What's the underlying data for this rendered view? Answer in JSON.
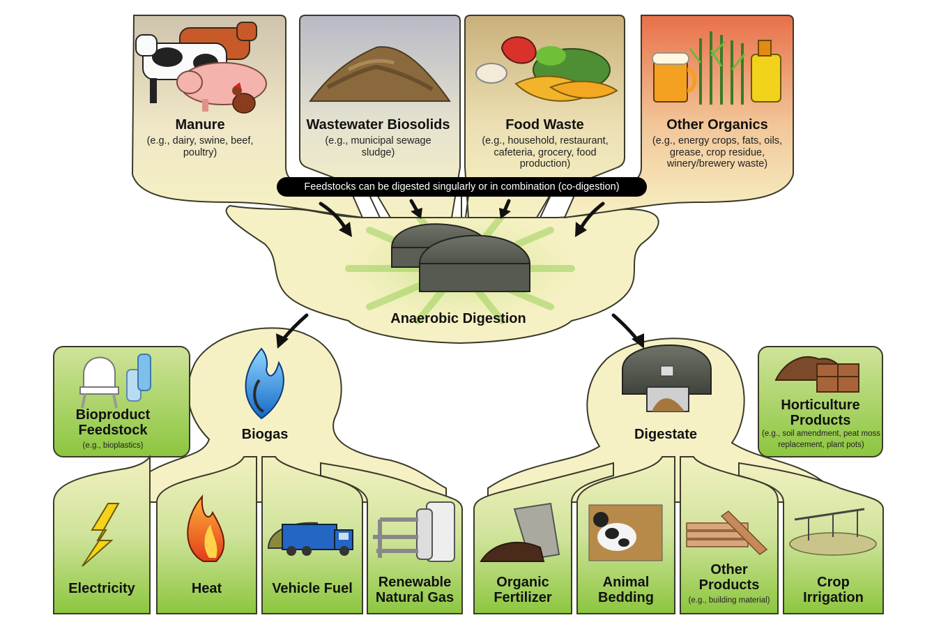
{
  "feedstocks": {
    "manure": {
      "title": "Manure",
      "sub": "(e.g., dairy, swine, beef, poultry)"
    },
    "biosolids": {
      "title": "Wastewater Biosolids",
      "sub": "(e.g., municipal sewage sludge)"
    },
    "food_waste": {
      "title": "Food Waste",
      "sub": "(e.g., household, restaurant, cafeteria, grocery, food production)"
    },
    "other_organics": {
      "title": "Other Organics",
      "sub": "(e.g., energy crops, fats, oils, grease, crop residue, winery/brewery waste)"
    }
  },
  "banner": "Feedstocks can be digested singularly or in combination (co-digestion)",
  "process": {
    "title": "Anaerobic Digestion"
  },
  "biogas": {
    "title": "Biogas",
    "bioproduct": {
      "title_line1": "Bioproduct",
      "title_line2": "Feedstock",
      "sub": "(e.g., bioplastics)"
    },
    "uses": [
      {
        "line1": "Electricity",
        "line2": ""
      },
      {
        "line1": "Heat",
        "line2": ""
      },
      {
        "line1": "Vehicle Fuel",
        "line2": ""
      },
      {
        "line1": "Renewable",
        "line2": "Natural Gas"
      }
    ]
  },
  "digestate": {
    "title": "Digestate",
    "horticulture": {
      "title_line1": "Horticulture",
      "title_line2": "Products",
      "sub_line1": "(e.g., soil amendment, peat moss",
      "sub_line2": "replacement, plant pots)"
    },
    "uses": [
      {
        "line1": "Organic",
        "line2": "Fertilizer",
        "sub": ""
      },
      {
        "line1": "Animal",
        "line2": "Bedding",
        "sub": ""
      },
      {
        "line1": "Other",
        "line2": "Products",
        "sub": "(e.g., building material)"
      },
      {
        "line1": "Crop",
        "line2": "Irrigation",
        "sub": ""
      }
    ]
  },
  "colors": {
    "cream": "#f6f1c4",
    "outline": "#3a3a2a",
    "green_box": "#8cc63f",
    "green_light": "#dbe9a6",
    "arrow": "#111111"
  },
  "icons": {
    "manure": "livestock-icon",
    "biosolids": "sludge-pile-icon",
    "food_waste": "food-scraps-icon",
    "other_organics": "beer-crops-oil-icon",
    "digester": "digester-tank-icon",
    "biogas": "flame-icon",
    "digestate": "digestate-tank-icon"
  }
}
